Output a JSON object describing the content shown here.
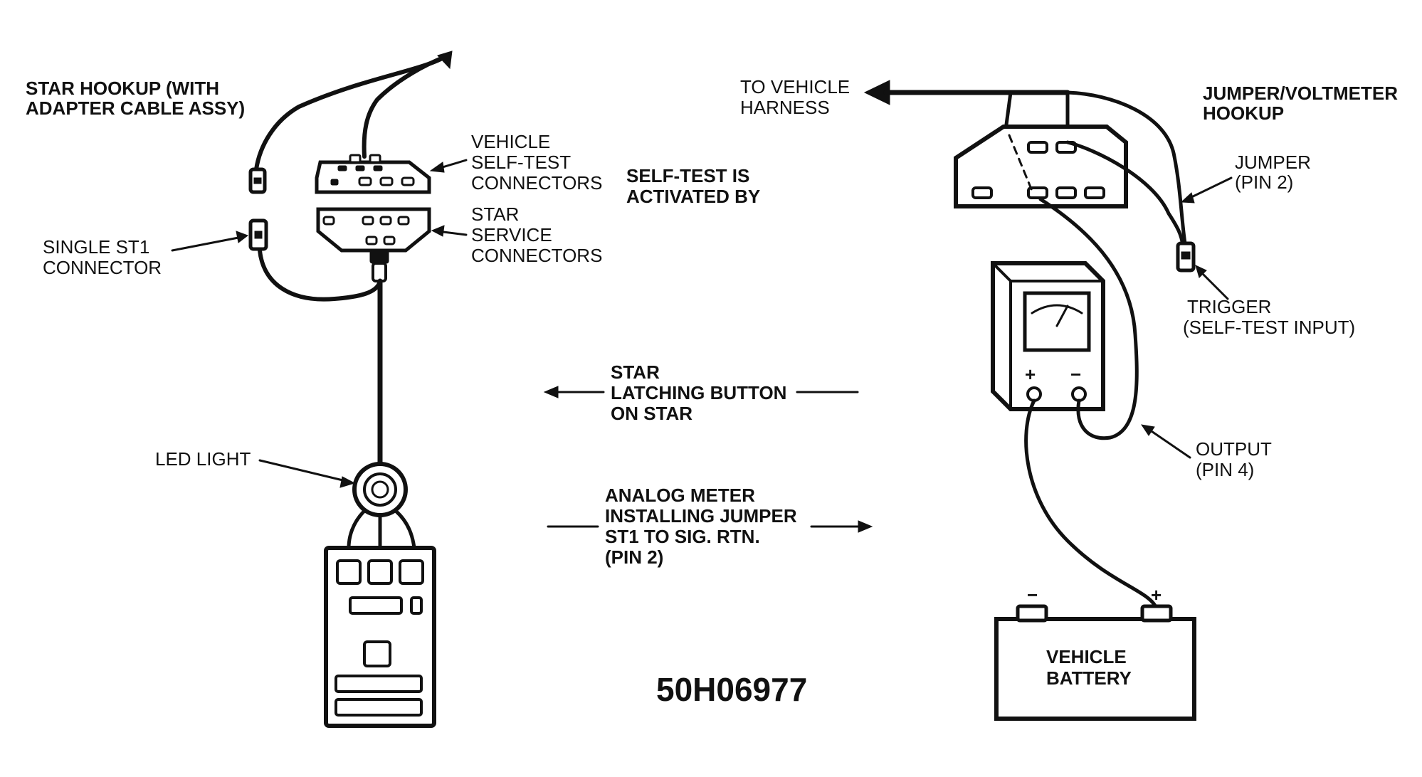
{
  "left": {
    "title_line1": "STAR HOOKUP (WITH",
    "title_line2": "ADAPTER CABLE ASSY)",
    "vehicle_selftest_line1": "VEHICLE",
    "vehicle_selftest_line2": "SELF-TEST",
    "vehicle_selftest_line3": "CONNECTORS",
    "star_service_line1": "STAR",
    "star_service_line2": "SERVICE",
    "star_service_line3": "CONNECTORS",
    "single_st1_line1": "SINGLE ST1",
    "single_st1_line2": "CONNECTOR",
    "led_light": "LED LIGHT"
  },
  "middle": {
    "selftest_line1": "SELF-TEST IS",
    "selftest_line2": "ACTIVATED BY",
    "star_line1": "STAR",
    "star_line2": "LATCHING BUTTON",
    "star_line3": "ON STAR",
    "analog_line1": "ANALOG METER",
    "analog_line2": "INSTALLING JUMPER",
    "analog_line3": "ST1 TO SIG. RTN.",
    "analog_line4": "(PIN 2)",
    "figure_code": "50H06977"
  },
  "right": {
    "to_vehicle_line1": "TO VEHICLE",
    "to_vehicle_line2": "HARNESS",
    "title_line1": "JUMPER/VOLTMETER",
    "title_line2": "HOOKUP",
    "jumper_line1": "JUMPER",
    "jumper_line2": "(PIN 2)",
    "trigger_line1": "TRIGGER",
    "trigger_line2": "(SELF-TEST INPUT)",
    "output_line1": "OUTPUT",
    "output_line2": "(PIN 4)",
    "meter_plus": "+",
    "meter_minus": "−",
    "battery_minus": "−",
    "battery_plus": "+",
    "battery_line1": "VEHICLE",
    "battery_line2": "BATTERY"
  }
}
